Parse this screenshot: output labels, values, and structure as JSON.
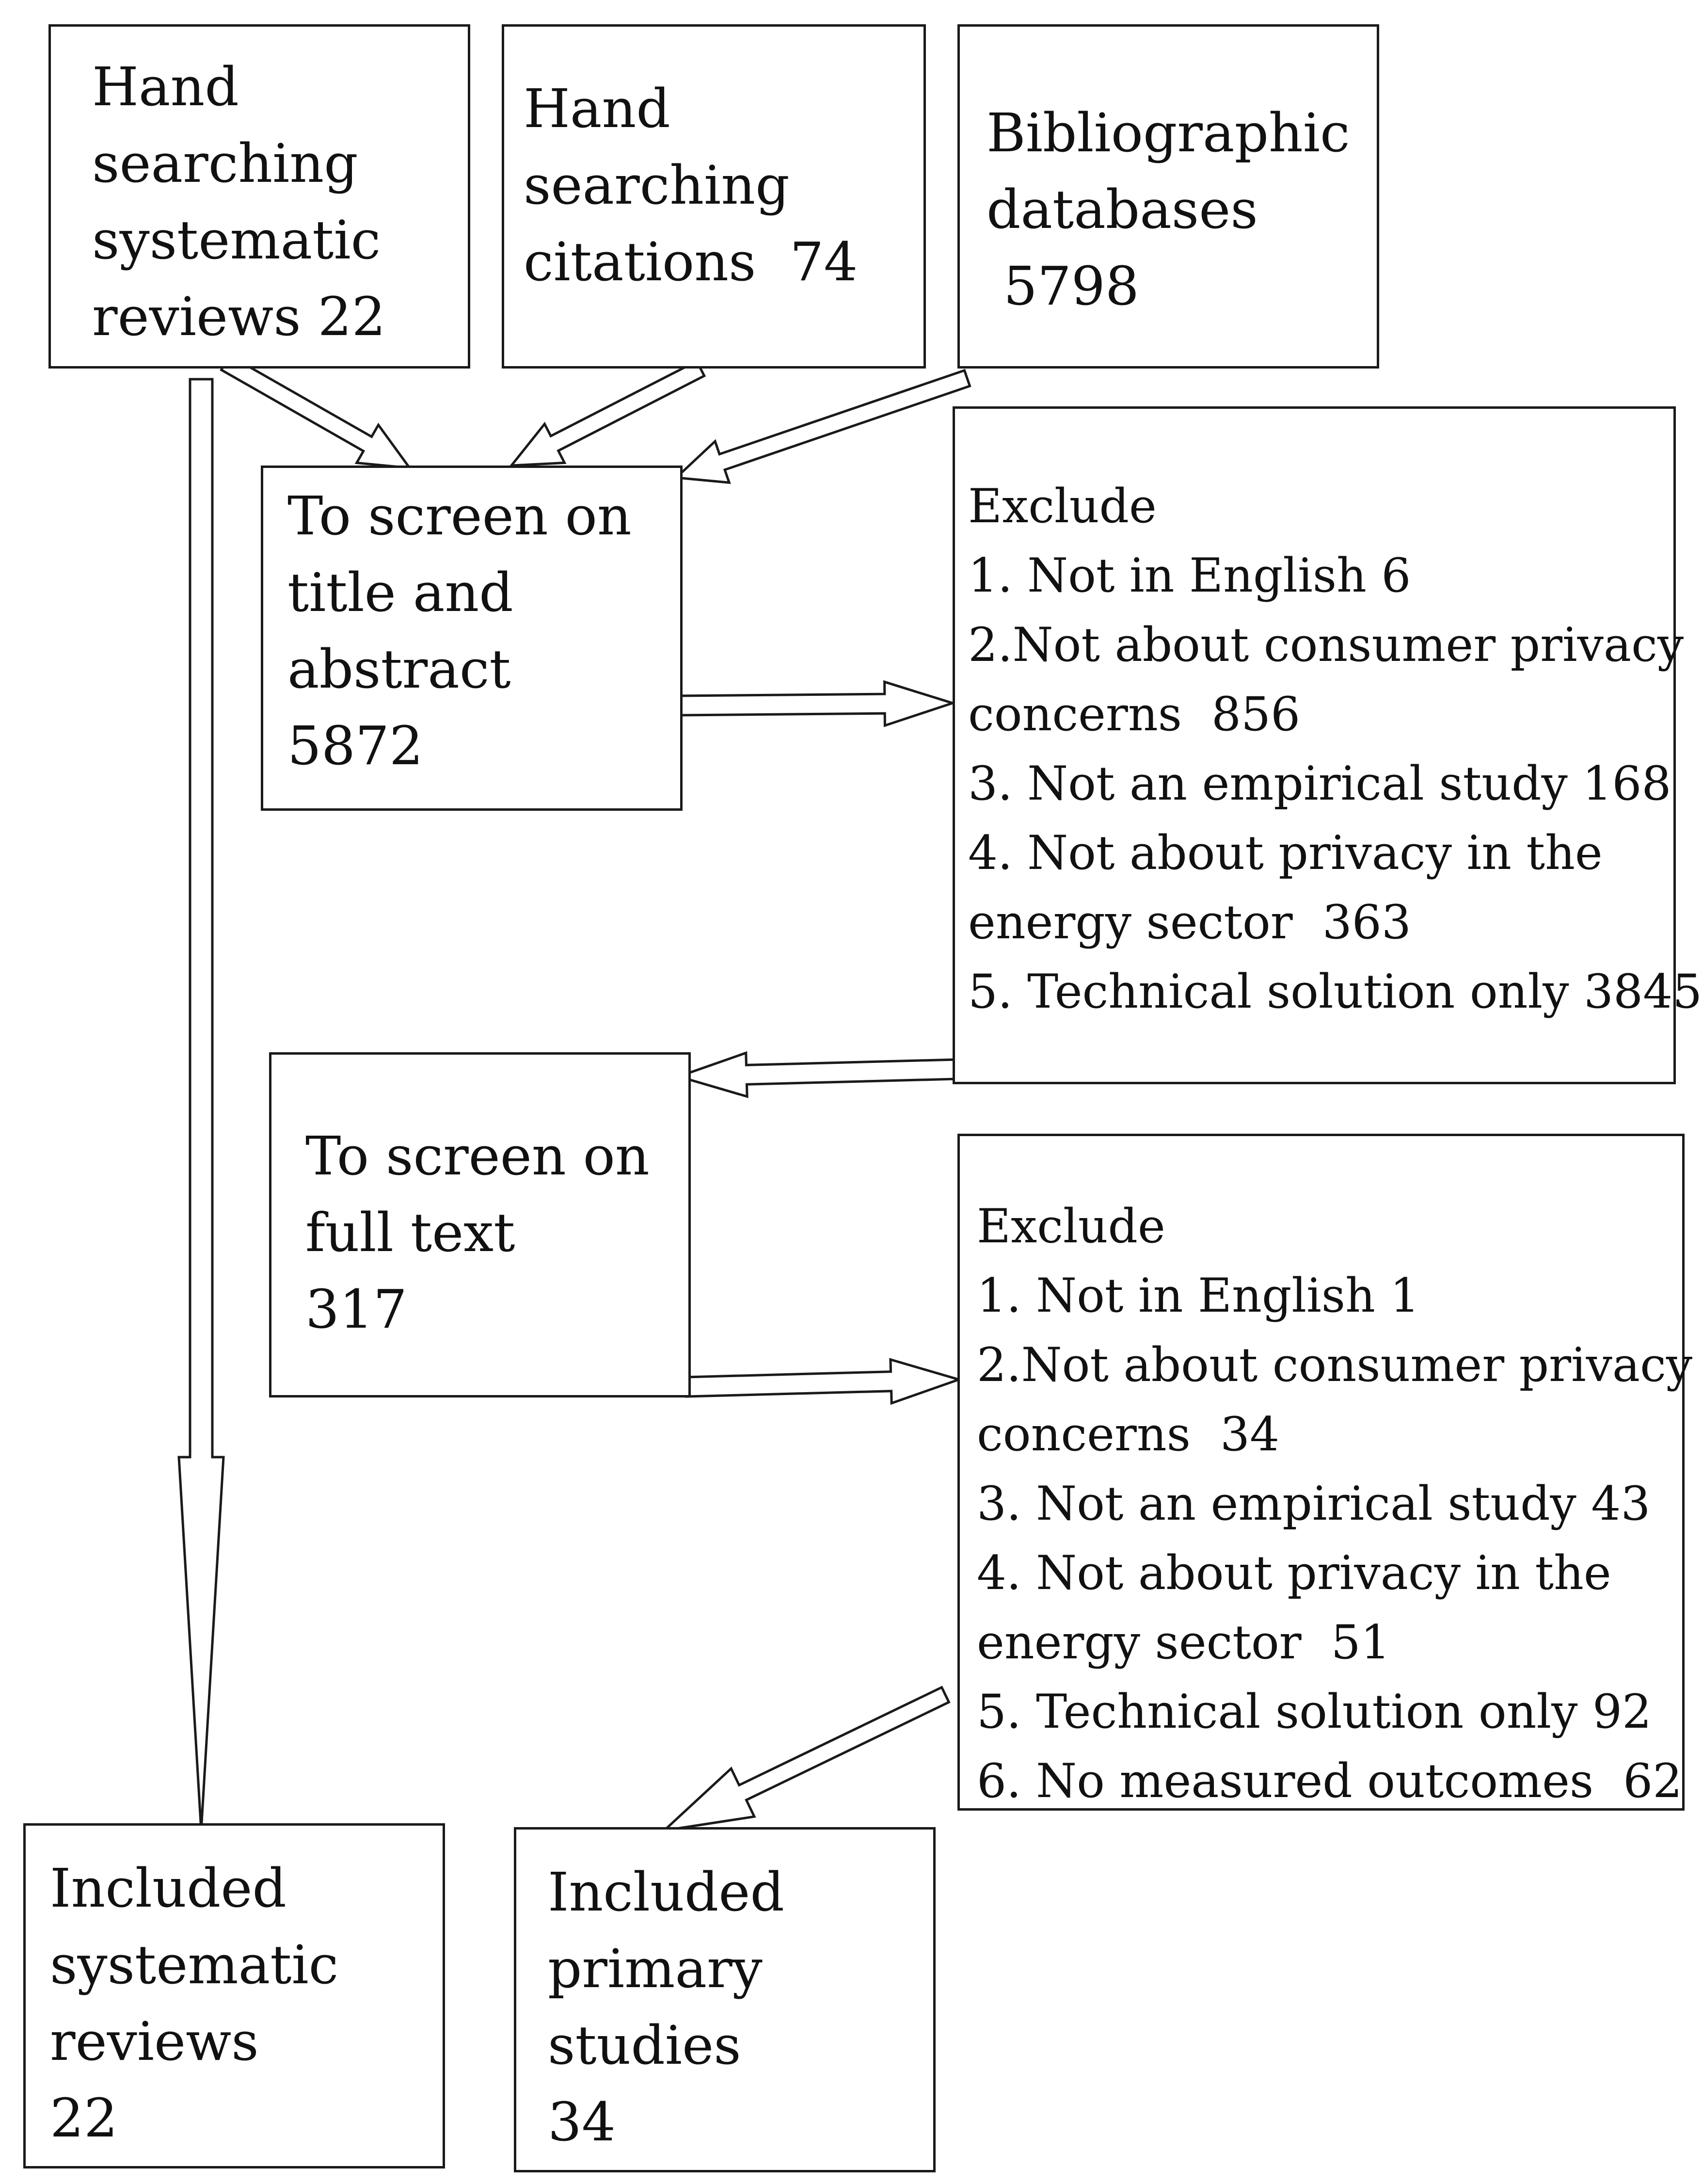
{
  "boxes": {
    "hand_sr": [
      "Hand",
      "searching",
      "systematic",
      "reviews 22"
    ],
    "hand_cit": [
      "Hand",
      "searching",
      "citations  74"
    ],
    "biblio": [
      "Bibliographic",
      "databases",
      " 5798"
    ],
    "screen_title": [
      "To screen on",
      "title and",
      "abstract",
      "5872"
    ],
    "exclude1": [
      "Exclude",
      "1. Not in English 6",
      "2.Not about consumer privacy",
      "concerns  856",
      "3. Not an empirical study 168",
      "4. Not about privacy in the",
      "energy sector  363",
      "5. Technical solution only 3845"
    ],
    "screen_full": [
      "To screen on",
      "full text",
      "317"
    ],
    "exclude2": [
      "Exclude",
      "1. Not in English 1",
      "2.Not about consumer privacy",
      "concerns  34",
      "3. Not an empirical study 43",
      "4. Not about privacy in the",
      "energy sector  51",
      "5. Technical solution only 92",
      "6. No measured outcomes  62"
    ],
    "incl_sr": [
      "Included",
      "systematic",
      "reviews",
      "22"
    ],
    "incl_ps": [
      "Included",
      "primary",
      "studies",
      "34"
    ]
  }
}
